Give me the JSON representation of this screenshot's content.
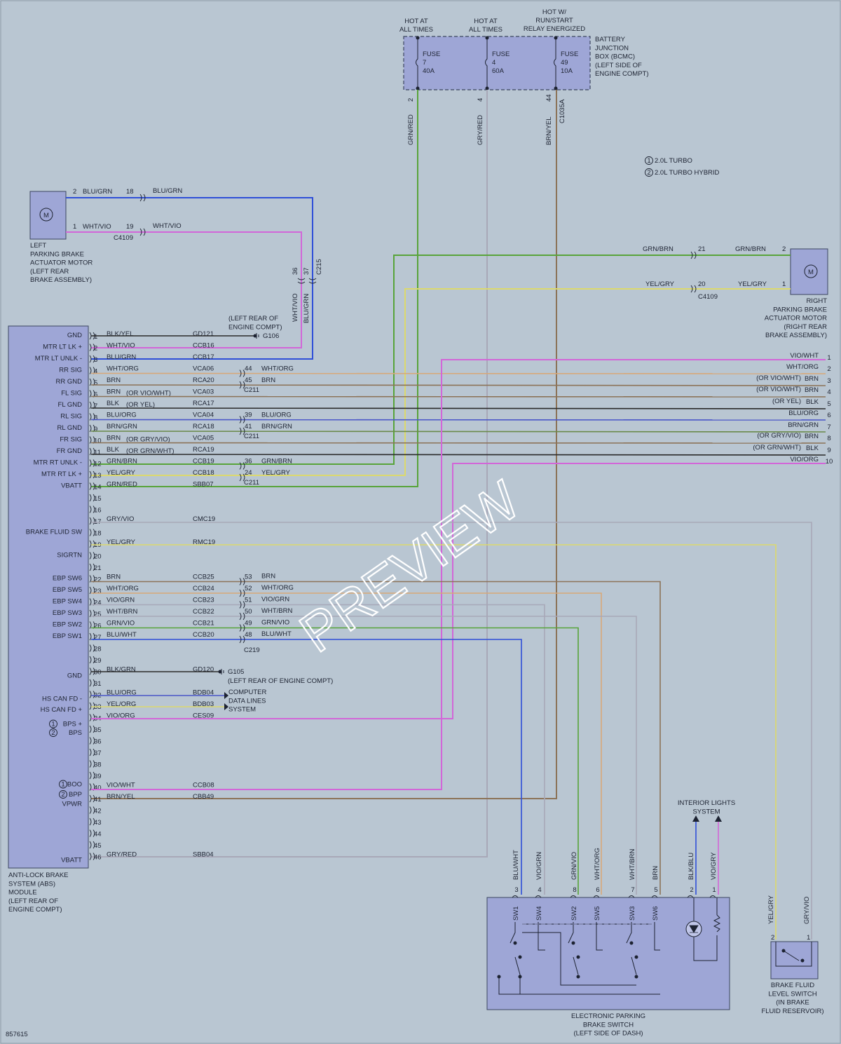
{
  "diagram": {
    "fig_number": "857615",
    "watermark": "PREVIEW",
    "battery_box": {
      "label": [
        "BATTERY",
        "JUNCTION",
        "BOX (BCMC)",
        "(LEFT SIDE OF",
        "ENGINE COMPT)"
      ],
      "hot_labels": [
        [
          "HOT AT",
          "ALL TIMES"
        ],
        [
          "HOT AT",
          "ALL TIMES"
        ],
        [
          "HOT W/",
          "RUN/START",
          "RELAY ENERGIZED"
        ]
      ],
      "fuses": [
        {
          "word": "FUSE",
          "num": "7",
          "amp": "40A",
          "pin": "2",
          "wire": "GRN/RED"
        },
        {
          "word": "FUSE",
          "num": "4",
          "amp": "60A",
          "pin": "4",
          "wire": "GRY/RED"
        },
        {
          "word": "FUSE",
          "num": "49",
          "amp": "10A",
          "pin": "44",
          "wire": "BRN/YEL",
          "conn": "C1035A"
        }
      ]
    },
    "legend": [
      {
        "num": "1",
        "text": "2.0L TURBO"
      },
      {
        "num": "2",
        "text": "2.0L TURBO HYBRID"
      }
    ],
    "left_motor": {
      "label": [
        "LEFT",
        "PARKING BRAKE",
        "ACTUATOR MOTOR",
        "(LEFT REAR",
        "BRAKE ASSEMBLY)"
      ],
      "symbol": "M",
      "pins": [
        "2",
        "1"
      ],
      "wires": [
        "BLU/GRN",
        "WHT/VIO"
      ],
      "conn_pins": [
        "18",
        "19"
      ],
      "conn": "C4109",
      "wires_out": [
        "BLU/GRN",
        "WHT/VIO"
      ],
      "c215_pins": [
        "36",
        "37"
      ],
      "c215": "C215",
      "vert_wires": [
        "WHT/VIO",
        "BLU/GRN"
      ]
    },
    "right_motor": {
      "label": [
        "RIGHT",
        "PARKING BRAKE",
        "ACTUATOR MOTOR",
        "(RIGHT REAR",
        "BRAKE ASSEMBLY)"
      ],
      "symbol": "M",
      "pins": [
        "2",
        "1"
      ],
      "wires_in": [
        "GRN/BRN",
        "YEL/GRY"
      ],
      "conn_pins": [
        "21",
        "20"
      ],
      "wires_out": [
        "GRN/BRN",
        "YEL/GRY"
      ],
      "conn": "C4109"
    },
    "g106": {
      "label": [
        "(LEFT REAR OF",
        "ENGINE COMPT)"
      ],
      "id": "G106"
    },
    "g105": {
      "label": "(LEFT REAR OF ENGINE COMPT)",
      "id": "G105"
    },
    "abs": {
      "label": [
        "ANTI-LOCK BRAKE",
        "SYSTEM (ABS)",
        "MODULE",
        "(LEFT REAR OF",
        "ENGINE COMPT)"
      ],
      "signals": [
        "GND",
        "MTR LT LK +",
        "MTR LT UNLK -",
        "RR SIG",
        "RR GND",
        "FL SIG",
        "FL GND",
        "RL SIG",
        "RL GND",
        "FR SIG",
        "FR GND",
        "MTR RT UNLK -",
        "MTR RT LK +",
        "VBATT",
        "BRAKE FLUID SW",
        "SIGRTN",
        "EBP SW6",
        "EBP SW5",
        "EBP SW4",
        "EBP SW3",
        "EBP SW2",
        "EBP SW1",
        "GND",
        "HS CAN FD -",
        "HS CAN FD +",
        "BPS +",
        "BPS",
        "BOO",
        "BPP",
        "VPWR",
        "VBATT"
      ],
      "pins": [
        {
          "n": "1",
          "w": "BLK/YEL",
          "c": "GD121"
        },
        {
          "n": "2",
          "w": "WHT/VIO",
          "c": "CCB16"
        },
        {
          "n": "3",
          "w": "BLU/GRN",
          "c": "CCB17"
        },
        {
          "n": "4",
          "w": "WHT/ORG",
          "c": "VCA06"
        },
        {
          "n": "5",
          "w": "BRN",
          "c": "RCA20"
        },
        {
          "n": "6",
          "w": "BRN",
          "c": "VCA03"
        },
        {
          "n": "7",
          "w": "BLK",
          "c": "RCA17"
        },
        {
          "n": "8",
          "w": "BLU/ORG",
          "c": "VCA04"
        },
        {
          "n": "9",
          "w": "BRN/GRN",
          "c": "RCA18"
        },
        {
          "n": "10",
          "w": "BRN",
          "c": "VCA05"
        },
        {
          "n": "11",
          "w": "BLK",
          "c": "RCA19"
        },
        {
          "n": "12",
          "w": "GRN/BRN",
          "c": "CCB19"
        },
        {
          "n": "13",
          "w": "YEL/GRY",
          "c": "CCB18"
        },
        {
          "n": "14",
          "w": "GRN/RED",
          "c": "SBB07"
        },
        {
          "n": "15",
          "w": "",
          "c": ""
        },
        {
          "n": "16",
          "w": "",
          "c": ""
        },
        {
          "n": "17",
          "w": "GRY/VIO",
          "c": "CMC19"
        },
        {
          "n": "18",
          "w": "",
          "c": ""
        },
        {
          "n": "19",
          "w": "YEL/GRY",
          "c": "RMC19"
        },
        {
          "n": "20",
          "w": "",
          "c": ""
        },
        {
          "n": "21",
          "w": "",
          "c": ""
        },
        {
          "n": "22",
          "w": "BRN",
          "c": "CCB25"
        },
        {
          "n": "23",
          "w": "WHT/ORG",
          "c": "CCB24"
        },
        {
          "n": "24",
          "w": "VIO/GRN",
          "c": "CCB23"
        },
        {
          "n": "25",
          "w": "WHT/BRN",
          "c": "CCB22"
        },
        {
          "n": "26",
          "w": "GRN/VIO",
          "c": "CCB21"
        },
        {
          "n": "27",
          "w": "BLU/WHT",
          "c": "CCB20"
        },
        {
          "n": "28",
          "w": "",
          "c": ""
        },
        {
          "n": "29",
          "w": "",
          "c": ""
        },
        {
          "n": "30",
          "w": "BLK/GRN",
          "c": "GD120"
        },
        {
          "n": "31",
          "w": "",
          "c": ""
        },
        {
          "n": "32",
          "w": "BLU/ORG",
          "c": "BDB04"
        },
        {
          "n": "33",
          "w": "YEL/ORG",
          "c": "BDB03"
        },
        {
          "n": "34",
          "w": "VIO/ORG",
          "c": "CES09"
        },
        {
          "n": "35",
          "w": "",
          "c": ""
        },
        {
          "n": "36",
          "w": "",
          "c": ""
        },
        {
          "n": "37",
          "w": "",
          "c": ""
        },
        {
          "n": "38",
          "w": "",
          "c": ""
        },
        {
          "n": "39",
          "w": "",
          "c": ""
        },
        {
          "n": "40",
          "w": "VIO/WHT",
          "c": "CCB08"
        },
        {
          "n": "41",
          "w": "BRN/YEL",
          "c": "CBB49"
        },
        {
          "n": "42",
          "w": "",
          "c": ""
        },
        {
          "n": "43",
          "w": "",
          "c": ""
        },
        {
          "n": "44",
          "w": "",
          "c": ""
        },
        {
          "n": "45",
          "w": "",
          "c": ""
        },
        {
          "n": "46",
          "w": "GRY/RED",
          "c": "SBB04"
        }
      ],
      "alt_wires": {
        "6": "(OR VIO/WHT)",
        "7": "(OR YEL)",
        "10": "(OR GRY/VIO)",
        "11": "(OR GRN/WHT)"
      }
    },
    "c211": {
      "label": "C211",
      "rows": [
        {
          "pin": "44",
          "wire": "WHT/ORG"
        },
        {
          "pin": "45",
          "wire": "BRN"
        },
        {
          "pin": "39",
          "wire": "BLU/ORG"
        },
        {
          "pin": "41",
          "wire": "BRN/GRN"
        },
        {
          "pin": "36",
          "wire": "GRN/BRN"
        },
        {
          "pin": "24",
          "wire": "YEL/GRY"
        }
      ]
    },
    "c219": {
      "label": "C219",
      "rows": [
        {
          "pin": "53",
          "wire": "BRN"
        },
        {
          "pin": "52",
          "wire": "WHT/ORG"
        },
        {
          "pin": "51",
          "wire": "VIO/GRN"
        },
        {
          "pin": "50",
          "wire": "WHT/BRN"
        },
        {
          "pin": "49",
          "wire": "GRN/VIO"
        },
        {
          "pin": "48",
          "wire": "BLU/WHT"
        }
      ]
    },
    "right_edge": [
      {
        "n": "1",
        "w": "VIO/WHT"
      },
      {
        "n": "2",
        "w": "WHT/ORG"
      },
      {
        "n": "3",
        "w": "BRN",
        "alt": "(OR VIO/WHT)"
      },
      {
        "n": "4",
        "w": "BRN",
        "alt": "(OR VIO/WHT)"
      },
      {
        "n": "5",
        "w": "BLK",
        "alt": "(OR YEL)"
      },
      {
        "n": "6",
        "w": "BLU/ORG"
      },
      {
        "n": "7",
        "w": "BRN/GRN"
      },
      {
        "n": "8",
        "w": "BRN",
        "alt": "(OR GRY/VIO)"
      },
      {
        "n": "9",
        "w": "BLK",
        "alt": "(OR GRN/WHT)"
      },
      {
        "n": "10",
        "w": "VIO/ORG"
      }
    ],
    "computer_data": [
      "COMPUTER",
      "DATA LINES",
      "SYSTEM"
    ],
    "interior_lights": [
      "INTERIOR LIGHTS",
      "SYSTEM"
    ],
    "epb_switch": {
      "label": [
        "ELECTRONIC PARKING",
        "BRAKE SWITCH",
        "(LEFT SIDE OF DASH)"
      ],
      "pins": [
        {
          "n": "3",
          "w": "BLU/WHT",
          "sw": "SW1"
        },
        {
          "n": "4",
          "w": "VIO/GRN",
          "sw": "SW4"
        },
        {
          "n": "8",
          "w": "GRN/VIO",
          "sw": "SW2"
        },
        {
          "n": "6",
          "w": "WHT/ORG",
          "sw": "SW5"
        },
        {
          "n": "7",
          "w": "WHT/BRN",
          "sw": "SW3"
        },
        {
          "n": "5",
          "w": "BRN",
          "sw": "SW6"
        },
        {
          "n": "2",
          "w": "BLK/BLU",
          "sw": ""
        },
        {
          "n": "1",
          "w": "VIO/GRY",
          "sw": ""
        }
      ]
    },
    "fluid_switch": {
      "label": [
        "BRAKE FLUID",
        "LEVEL SWITCH",
        "(IN BRAKE",
        "FLUID RESERVOIR)"
      ],
      "pins": [
        {
          "n": "2",
          "w": "YEL/GRY"
        },
        {
          "n": "1",
          "w": "GRY/VIO"
        }
      ]
    }
  },
  "colors": {
    "bg": "#b9c6d2",
    "box": "#9ea6d6",
    "BLU": "#2f4fd8",
    "VIO": "#d266d8",
    "GRN": "#58a43a",
    "BRN": "#8c7358",
    "YEL": "#dcd96c",
    "GRY": "#a8a8b8",
    "BLK": "#2a2a2a",
    "WHTORG": "#d8a878",
    "BLUORG": "#4a56c8",
    "BRNGRN": "#6a8a4a"
  }
}
